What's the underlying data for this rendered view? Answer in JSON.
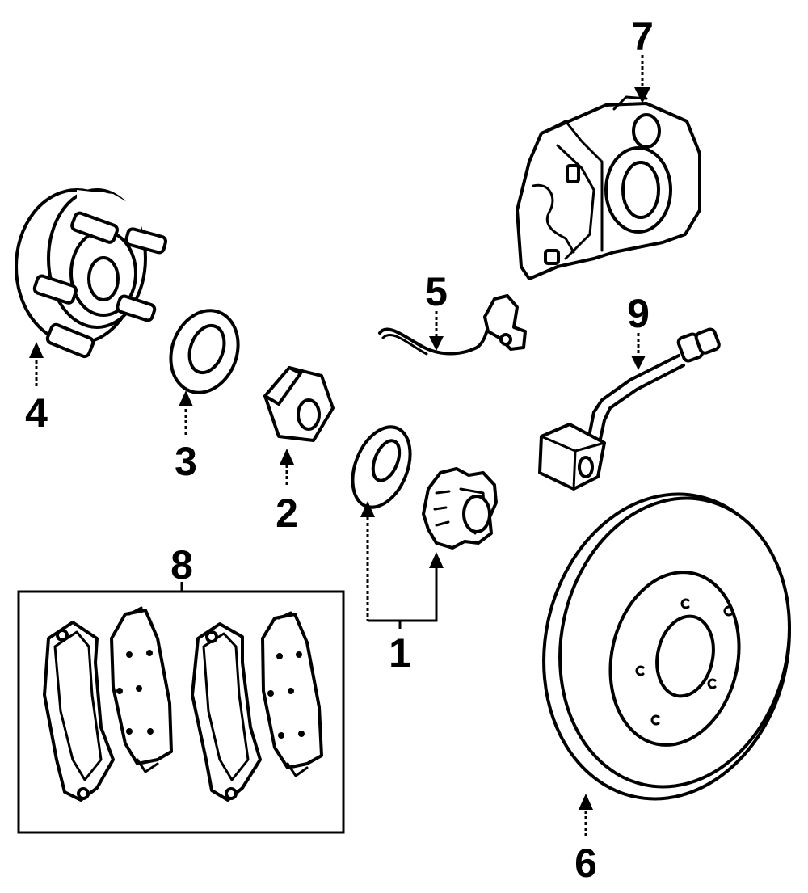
{
  "callouts": {
    "c1": "1",
    "c2": "2",
    "c3": "3",
    "c4": "4",
    "c5": "5",
    "c6": "6",
    "c7": "7",
    "c8": "8",
    "c9": "9"
  },
  "parts": [
    {
      "id": "1",
      "icon": "seal-and-tone-ring-icon"
    },
    {
      "id": "2",
      "icon": "hub-nut-icon"
    },
    {
      "id": "3",
      "icon": "washer-icon"
    },
    {
      "id": "4",
      "icon": "wheel-hub-icon"
    },
    {
      "id": "5",
      "icon": "wear-sensor-icon"
    },
    {
      "id": "6",
      "icon": "brake-rotor-icon"
    },
    {
      "id": "7",
      "icon": "brake-caliper-icon"
    },
    {
      "id": "8",
      "icon": "brake-pads-icon"
    },
    {
      "id": "9",
      "icon": "brake-hose-icon"
    }
  ],
  "colors": {
    "ink": "#000000",
    "paper": "#ffffff"
  }
}
